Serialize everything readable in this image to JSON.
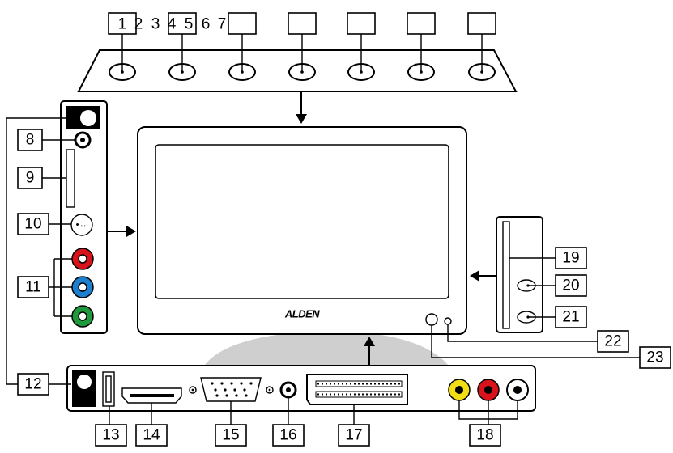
{
  "top_row_labels": [
    "1",
    "2",
    "3",
    "4",
    "5",
    "6",
    "7"
  ],
  "callouts": {
    "c8": "8",
    "c9": "9",
    "c10": "10",
    "c11": "11",
    "c12": "12",
    "c13": "13",
    "c14": "14",
    "c15": "15",
    "c16": "16",
    "c17": "17",
    "c18": "18",
    "c19": "19",
    "c20": "20",
    "c21": "21",
    "c22": "22",
    "c23": "23"
  },
  "brand": "ALDEN",
  "colors": {
    "jack_red": "#d9131b",
    "jack_blue": "#1c7fd0",
    "jack_green": "#1e9a3c",
    "jack_yellow": "#f2de14",
    "stand_gray": "#cfcfcf"
  }
}
